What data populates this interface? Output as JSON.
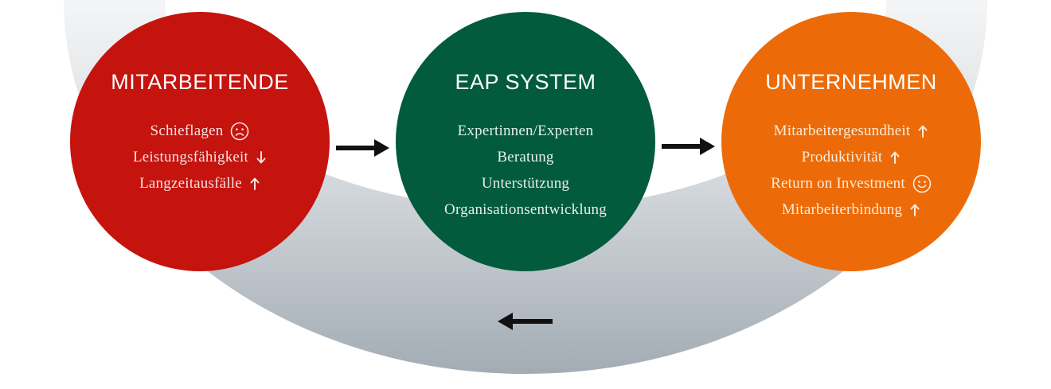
{
  "colors": {
    "employees": "#c5130e",
    "system": "#035b3d",
    "company": "#ec6b08",
    "arrow": "#111111",
    "arc_light": "#eceef0",
    "arc_dark": "#a5aeb6"
  },
  "employees": {
    "title": "MITARBEITENDE",
    "items": [
      {
        "label": "Schieflagen",
        "icon": "sad-face-icon"
      },
      {
        "label": "Leistungsfähigkeit",
        "icon": "arrow-down-icon"
      },
      {
        "label": "Langzeitausfälle",
        "icon": "arrow-up-icon"
      }
    ]
  },
  "system": {
    "title": "EAP SYSTEM",
    "items": [
      {
        "label": "Expertinnen/Experten"
      },
      {
        "label": "Beratung"
      },
      {
        "label": "Unterstützung"
      },
      {
        "label": "Organisationsentwicklung"
      }
    ]
  },
  "company": {
    "title": "UNTERNEHMEN",
    "items": [
      {
        "label": "Mitarbeitergesundheit",
        "icon": "arrow-up-icon"
      },
      {
        "label": "Produktivität",
        "icon": "arrow-up-icon"
      },
      {
        "label": "Return on Investment",
        "icon": "smiley-face-icon"
      },
      {
        "label": "Mitarbeiterbindung",
        "icon": "arrow-up-icon"
      }
    ]
  },
  "flow_arrows": [
    "arrow-right-icon",
    "arrow-right-icon",
    "arrow-left-icon"
  ]
}
